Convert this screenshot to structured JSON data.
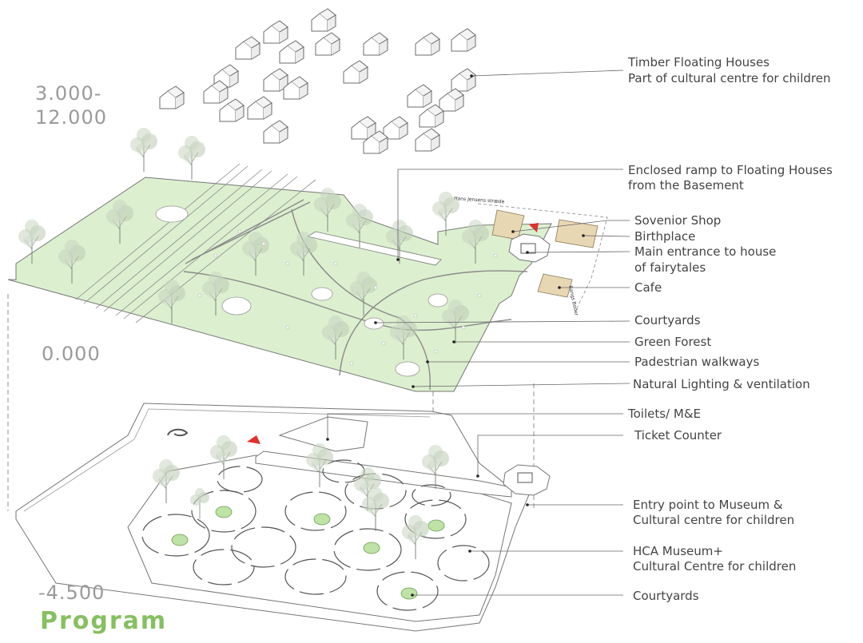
{
  "levels": {
    "upper_line1": "3.000-",
    "upper_line2": "12.000",
    "ground": "0.000",
    "basement": "-4.500"
  },
  "title": "Program",
  "street_names": {
    "top": "Hans Jensens stræde",
    "side": "Bangs Boder"
  },
  "labels": {
    "timber": [
      "Timber Floating Houses",
      "Part of cultural centre for children"
    ],
    "ramp": [
      "Enclosed ramp to Floating Houses",
      "from the Basement"
    ],
    "shop": "Sovenior Shop",
    "birthplace": "Birthplace",
    "entrance": [
      "Main entrance to house",
      "of fairytales"
    ],
    "cafe": "Cafe",
    "courtyards_top": "Courtyards",
    "forest": "Green Forest",
    "walkways": "Padestrian walkways",
    "lighting": "Natural Lighting & ventilation",
    "toilets": "Toilets/ M&E",
    "ticket": "Ticket Counter",
    "entry": [
      "Entry point to Museum &",
      "Cultural centre for children"
    ],
    "museum": [
      "HCA Museum+",
      "Cultural Centre for children"
    ],
    "courtyards_bottom": "Courtyards"
  },
  "colors": {
    "green_area": "#dcefcf",
    "green_courtyard": "#bfe3a6",
    "building_tan": "#e8d7b3",
    "tree": "#b9c8b2",
    "outline": "#777777",
    "entrance_marker": "#e03030",
    "title_green": "#86c060"
  }
}
